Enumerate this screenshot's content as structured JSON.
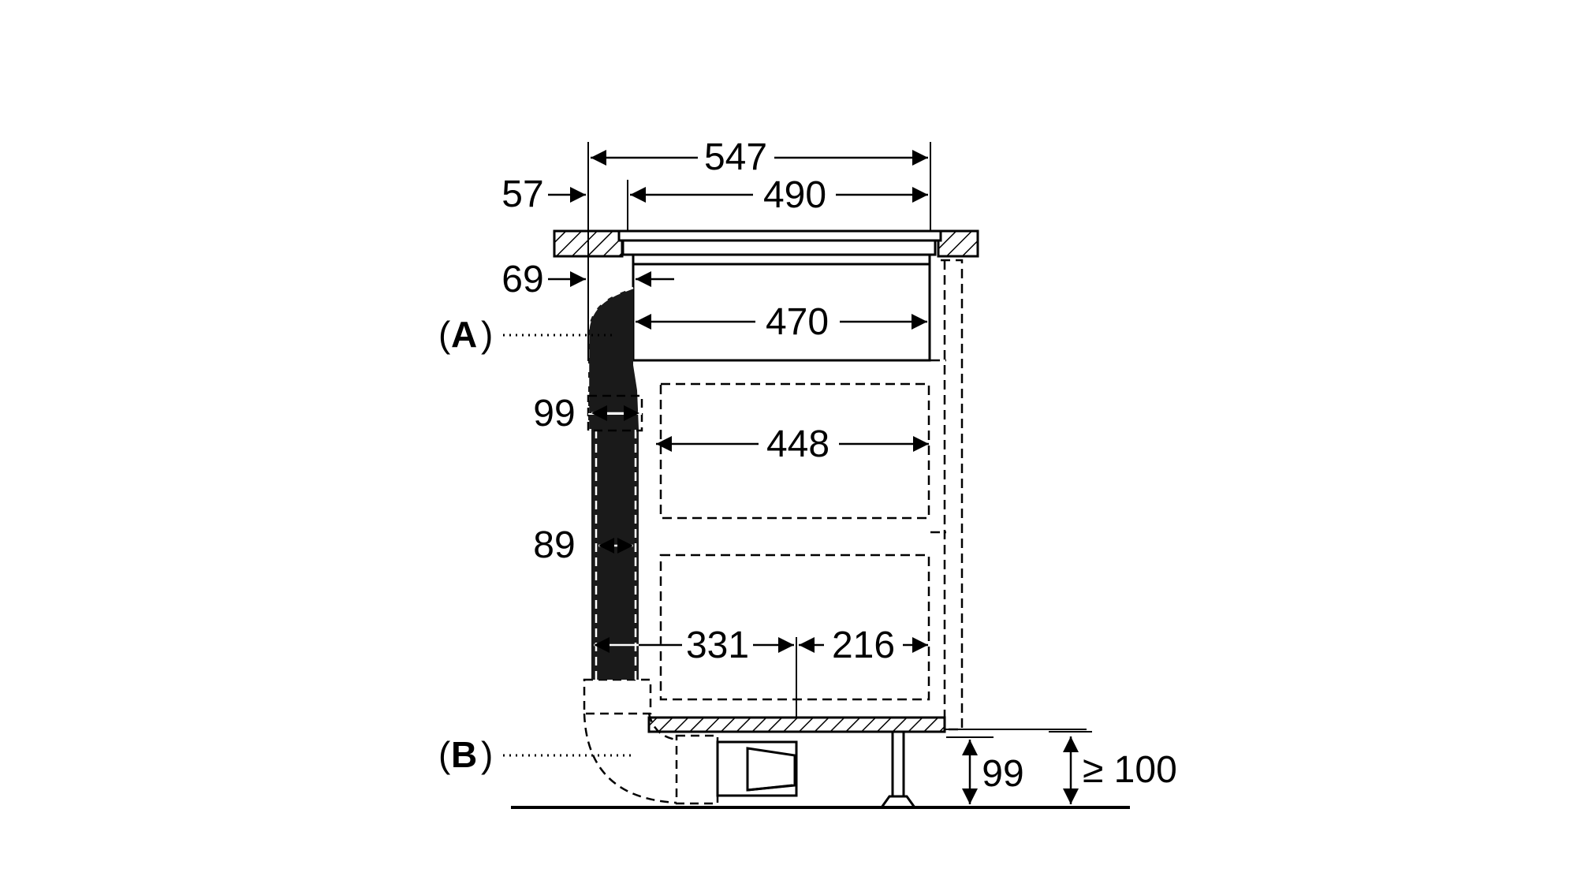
{
  "dimensions": {
    "overall_width": "547",
    "hob_width": "490",
    "left_offset": "57",
    "duct_offset": "69",
    "unit_width": "470",
    "duct_outer": "99",
    "drawer_width": "448",
    "duct_inner": "89",
    "duct_to_opening": "331",
    "opening_width": "216",
    "plinth_height": "99",
    "min_clearance": "≥ 100"
  },
  "labels": {
    "a_prefix": "(",
    "a_letter": "A",
    "a_suffix": ")",
    "b_prefix": "(",
    "b_letter": "B",
    "b_suffix": ")"
  },
  "colors": {
    "line": "#000000",
    "duct_fill": "#1a1a1a",
    "background": "#ffffff"
  }
}
